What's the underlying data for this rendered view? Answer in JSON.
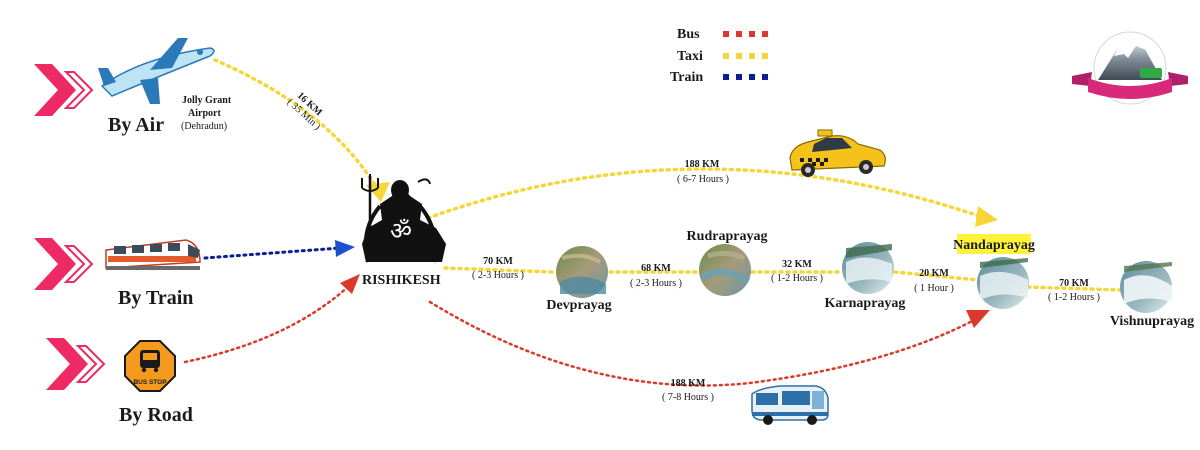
{
  "legend": {
    "items": [
      {
        "label": "Bus",
        "color": "#d93a2b"
      },
      {
        "label": "Taxi",
        "color": "#f6d637"
      },
      {
        "label": "Train",
        "color": "#0d1f8f"
      }
    ]
  },
  "modes": {
    "air": {
      "label": "By Air",
      "airport_line1": "Jolly Grant",
      "airport_line2": "Airport",
      "airport_city": "(Dehradun)",
      "distance": "16 KM",
      "time": "( 35 Min )"
    },
    "train": {
      "label": "By Train"
    },
    "road": {
      "label": "By Road",
      "sign_text": "BUS STOP"
    }
  },
  "hub": {
    "name": "RISHIKESH",
    "symbol": "ॐ"
  },
  "taxi_route": {
    "distance": "188 KM",
    "time": "( 6-7 Hours )"
  },
  "bus_route": {
    "distance": "188 KM",
    "time": "( 7-8 Hours )"
  },
  "stops": [
    {
      "name": "Devprayag"
    },
    {
      "name": "Rudraprayag"
    },
    {
      "name": "Karnaprayag"
    },
    {
      "name": "Nandaprayag"
    },
    {
      "name": "Vishnuprayag"
    }
  ],
  "legs": [
    {
      "distance": "70 KM",
      "time": "( 2-3 Hours )"
    },
    {
      "distance": "68 KM",
      "time": "( 2-3 Hours )"
    },
    {
      "distance": "32 KM",
      "time": "( 1-2 Hours )"
    },
    {
      "distance": "20 KM",
      "time": "( 1 Hour )"
    },
    {
      "distance": "70 KM",
      "time": "( 1-2 Hours )"
    }
  ],
  "colors": {
    "taxi": "#f6d637",
    "bus": "#d93a2b",
    "train": "#0d1f8f",
    "arrow_pink": "#ee2a64",
    "highlight": "#fff23a"
  }
}
